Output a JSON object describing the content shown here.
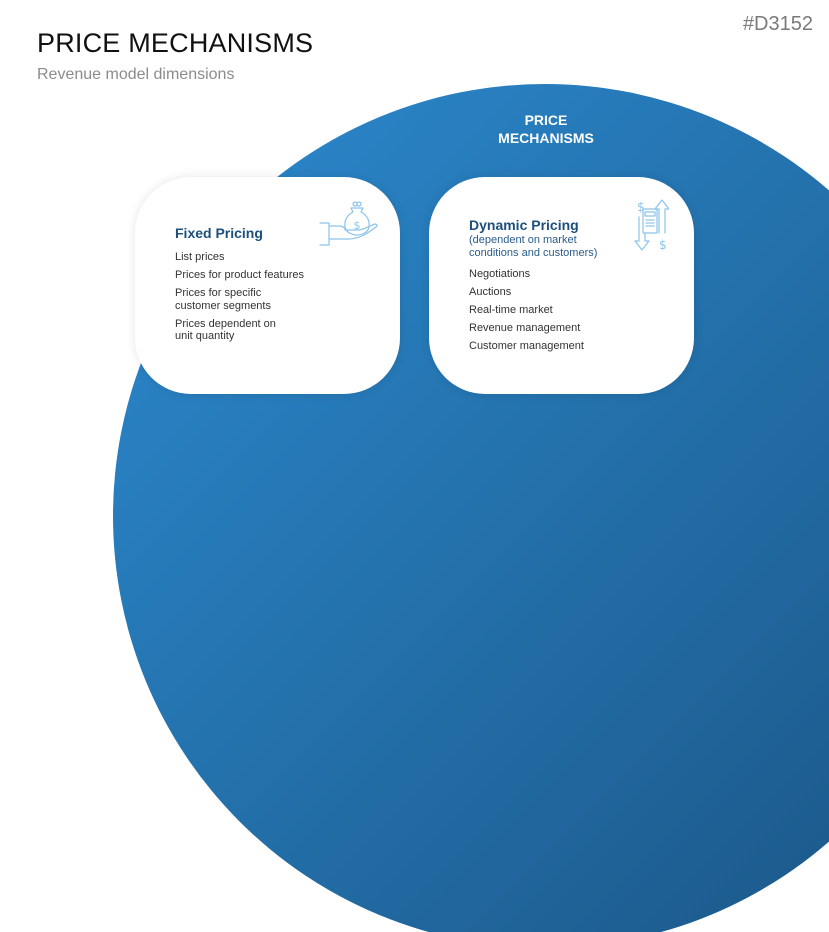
{
  "header": {
    "title": "PRICE MECHANISMS",
    "subtitle": "Revenue model dimensions",
    "code": "#D3152"
  },
  "diagram": {
    "center_label_line1": "PRICE",
    "center_label_line2": "MECHANISMS",
    "colors": {
      "circle_light": "#2c8ad0",
      "circle_dark": "#1a5484",
      "card_title": "#1d4f7c",
      "icon_stroke": "#8cc4ea"
    },
    "cards": [
      {
        "title": "Fixed Pricing",
        "icon": "money-bag-hand-icon",
        "items": [
          "List prices",
          "Prices for product features",
          "Prices for specific",
          "customer segments",
          "Prices dependent on",
          "unit quantity"
        ]
      },
      {
        "title": "Dynamic Pricing",
        "subtitle_line1": "(dependent on market",
        "subtitle_line2": "conditions and customers)",
        "icon": "calculator-price-arrows-icon",
        "items": [
          "Negotiations",
          "Auctions",
          "Real-time market",
          "Revenue management",
          "Customer management"
        ]
      }
    ]
  }
}
